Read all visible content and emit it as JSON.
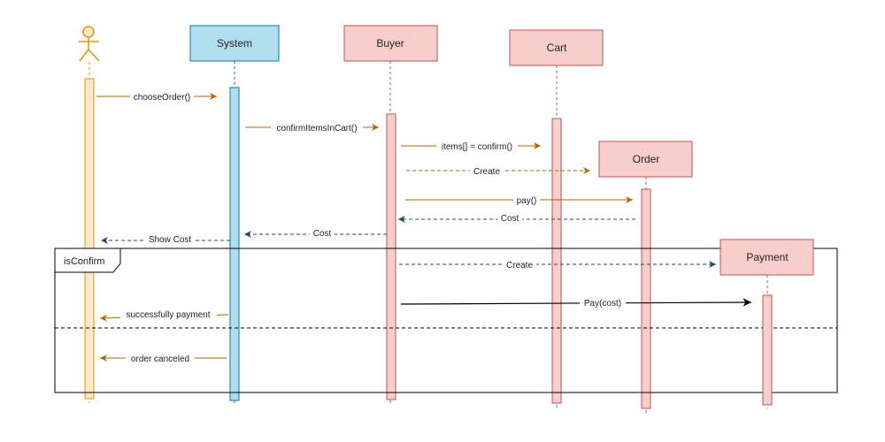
{
  "participants": {
    "actor": "",
    "system": "System",
    "buyer": "Buyer",
    "cart": "Cart",
    "order": "Order",
    "payment": "Payment"
  },
  "messages": {
    "choose_order": "chooseOrder()",
    "confirm_items": "confirmItemsInCart()",
    "items_confirm": "items[] = confirm()",
    "create_order": "Create",
    "pay": "pay()",
    "cost_from_order": "Cost",
    "cost_to_system": "Cost",
    "show_cost": "Show Cost",
    "create_payment": "Create",
    "pay_cost": "Pay(cost)",
    "successfully_payment": "successfully payment",
    "order_canceled": "order canceled"
  },
  "fragment": {
    "label": "isConfirm"
  },
  "colors": {
    "orange_fill": "#ffe6cc",
    "orange_stroke": "#d79b00",
    "blue_fill": "#b1ddf0",
    "blue_stroke": "#10739e",
    "pink_fill": "#f8cecc",
    "pink_stroke": "#b85450",
    "arrow_orange": "#b46504",
    "arrow_blue": "#23445d"
  }
}
